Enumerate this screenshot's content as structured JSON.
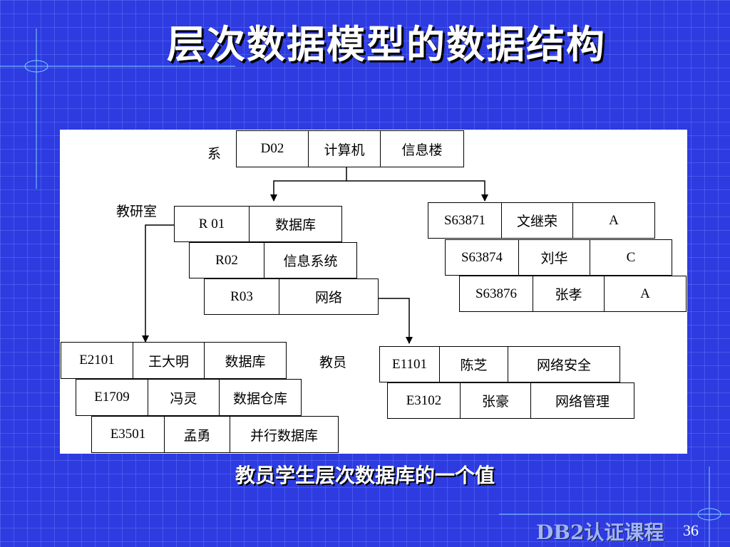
{
  "slide": {
    "title": "层次数据模型的数据结构",
    "caption": "教员学生层次数据库的一个值",
    "footer_course": "DB2认证课程",
    "page_number": "36"
  },
  "diagram": {
    "labels": {
      "dept": "系",
      "office": "教研室",
      "teacher": "教员"
    },
    "department": [
      "D02",
      "计算机",
      "信息楼"
    ],
    "offices": [
      [
        "R 01",
        "数据库"
      ],
      [
        "R02",
        "信息系统"
      ],
      [
        "R03",
        "网络"
      ]
    ],
    "students": [
      [
        "S63871",
        "文继荣",
        "A"
      ],
      [
        "S63874",
        "刘华",
        "C"
      ],
      [
        "S63876",
        "张孝",
        "A"
      ]
    ],
    "teachers_r01": [
      [
        "E2101",
        "王大明",
        "数据库"
      ],
      [
        "E1709",
        "冯灵",
        "数据仓库"
      ],
      [
        "E3501",
        "孟勇",
        "并行数据库"
      ]
    ],
    "teachers_r03": [
      [
        "E1101",
        "陈芝",
        "网络安全"
      ],
      [
        "E3102",
        "张豪",
        "网络管理"
      ]
    ]
  },
  "colors": {
    "background": "#2d3be0",
    "panel": "#ffffff",
    "footer_text": "#9fb4ff"
  }
}
